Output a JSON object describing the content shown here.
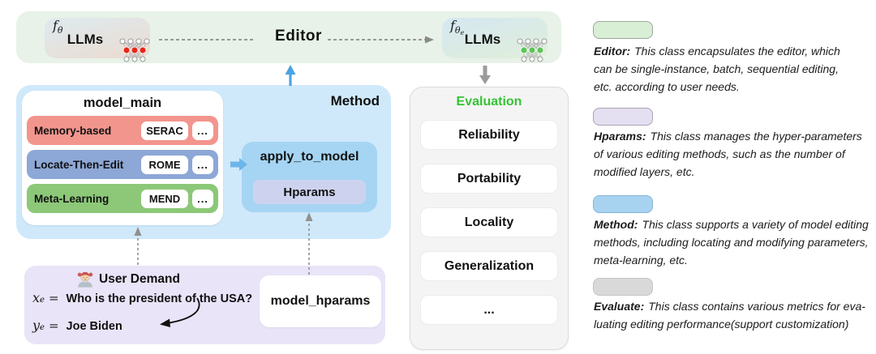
{
  "figure": {
    "banner": {
      "source_model": {
        "f": "f",
        "sub": "θ",
        "label": "LLMs"
      },
      "editor_label": "Editor",
      "edited_model": {
        "f": "f",
        "sub": "θ",
        "subsub": "e",
        "label": "LLMs"
      }
    },
    "method": {
      "title": "Method",
      "model_main": {
        "title": "model_main",
        "rows": [
          {
            "category": "Memory-based",
            "method": "SERAC",
            "more": "..."
          },
          {
            "category": "Locate-Then-Edit",
            "method": "ROME",
            "more": "..."
          },
          {
            "category": "Meta-Learning",
            "method": "MEND",
            "more": "..."
          }
        ]
      },
      "apply_to_model": {
        "title": "apply_to_model",
        "hparams_label": "Hparams"
      }
    },
    "user_demand": {
      "title": "User Demand",
      "x_line": {
        "var": "x",
        "sub": "e",
        "eq": "=",
        "text": "Who is the president of the USA?"
      },
      "y_line": {
        "var": "y",
        "sub": "e",
        "eq": "=",
        "text": "Joe Biden"
      },
      "model_hparams_label": "model_hparams"
    },
    "evaluation": {
      "title": "Evaluation",
      "metrics": [
        "Reliability",
        "Portability",
        "Locality",
        "Generalization",
        "..."
      ]
    },
    "legend": {
      "items": [
        {
          "term": "Editor:",
          "rest": "This class encapsulates the editor, which",
          "line2": "can be single-instance, batch, sequential editing,",
          "line3": "etc. according to user needs."
        },
        {
          "term": "Hparams:",
          "rest": "This class manages the hyper-parameters",
          "line2": "of various editing methods, such as the number of",
          "line3": "modified layers, etc."
        },
        {
          "term": "Method:",
          "rest": "This class supports a variety of model editing",
          "line2": "methods, including locating and modifying parameters,",
          "line3": "meta-learning, etc."
        },
        {
          "term": "Evaluate:",
          "rest": "This class contains various metrics for eva-",
          "line2": "luating editing performance(support customization)",
          "line3": ""
        }
      ]
    }
  },
  "colors": {
    "banner_bg": "#e8f2e8",
    "method_bg": "#cfe9fb",
    "memory_row": "#f2958d",
    "locate_row": "#8da7d6",
    "meta_row": "#8cc878",
    "apply_bg": "#a6d5f3",
    "hparams_bg": "#cdd3ef",
    "user_demand_bg": "#e9e4f8",
    "evaluation_bg": "#f4f4f4",
    "evaluation_title": "#35c335",
    "llm_source_dots": "#e8271c",
    "llm_edited_dots": "#5ec457",
    "legend_editor_swatch": "#d9efd5",
    "legend_hparams_swatch": "#e4dff1",
    "legend_method_swatch": "#a8d3f0",
    "legend_evaluate_swatch": "#d9d9d9"
  }
}
